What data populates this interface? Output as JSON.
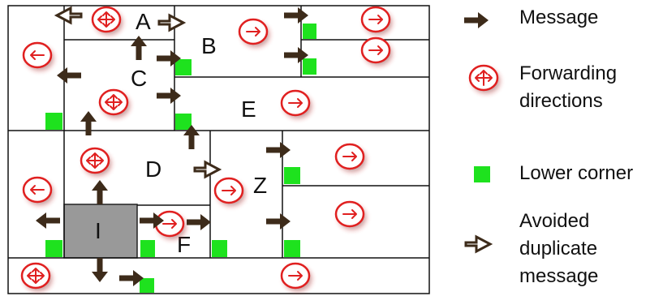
{
  "zones": {
    "a": "A",
    "b": "B",
    "c": "C",
    "d": "D",
    "e": "E",
    "f": "F",
    "i": "I",
    "z": "Z"
  },
  "legend": {
    "message": "Message",
    "forwarding_line1": "Forwarding",
    "forwarding_line2": "directions",
    "lower_corner": "Lower corner",
    "avoided_line1": "Avoided",
    "avoided_line2": "duplicate",
    "avoided_line3": "message"
  },
  "colors": {
    "arrow": "#3d2b1a",
    "lower_corner": "#1ee21e",
    "region_i": "#999999",
    "forwarding_ring": "#e02020"
  },
  "icons": {
    "message": "solid-arrow-icon",
    "forwarding": "forwarding-direction-icon",
    "lower_corner": "green-square-icon",
    "avoided": "hollow-arrow-icon"
  }
}
